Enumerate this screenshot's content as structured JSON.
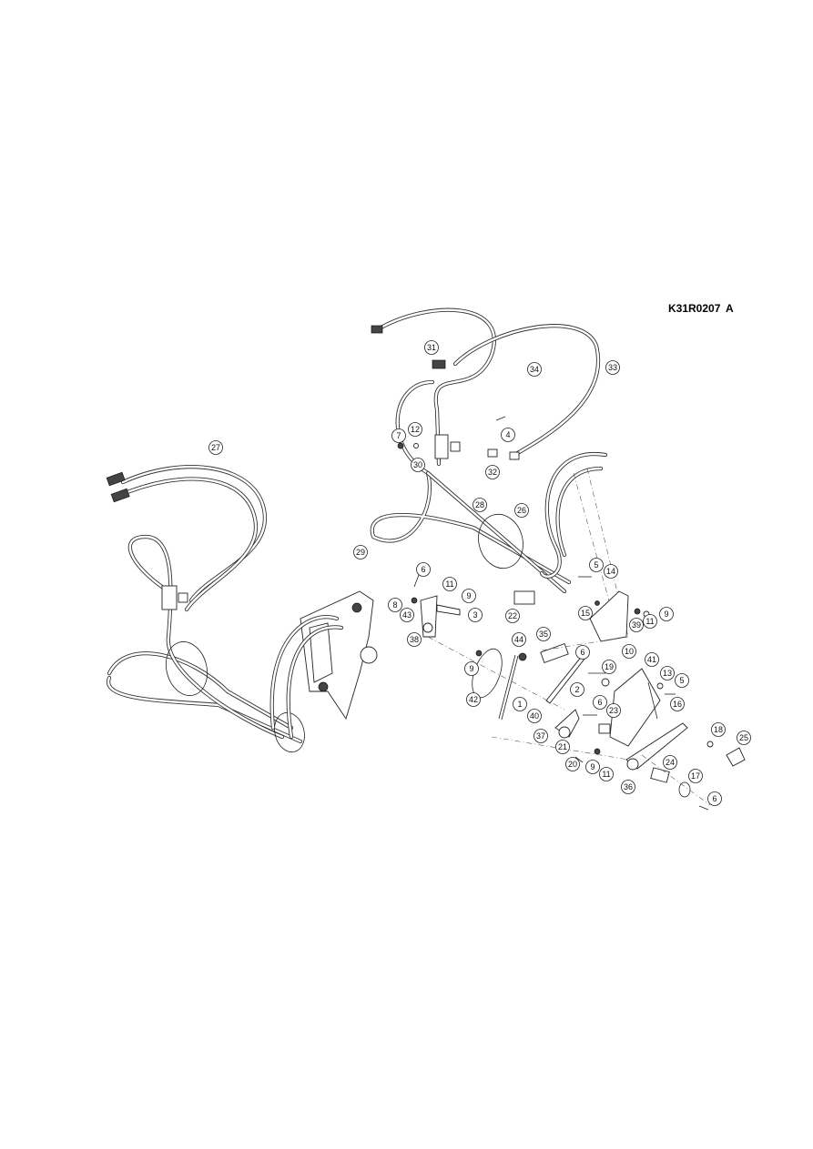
{
  "drawing": {
    "id": "K31R0207",
    "revision": "A"
  },
  "callouts": [
    {
      "label": "27"
    },
    {
      "label": "31"
    },
    {
      "label": "34"
    },
    {
      "label": "33"
    },
    {
      "label": "7"
    },
    {
      "label": "12"
    },
    {
      "label": "4"
    },
    {
      "label": "30"
    },
    {
      "label": "32"
    },
    {
      "label": "28"
    },
    {
      "label": "26"
    },
    {
      "label": "29"
    },
    {
      "label": "5"
    },
    {
      "label": "14"
    },
    {
      "label": "6"
    },
    {
      "label": "11"
    },
    {
      "label": "9"
    },
    {
      "label": "8"
    },
    {
      "label": "43"
    },
    {
      "label": "3"
    },
    {
      "label": "22"
    },
    {
      "label": "15"
    },
    {
      "label": "39"
    },
    {
      "label": "11"
    },
    {
      "label": "9"
    },
    {
      "label": "38"
    },
    {
      "label": "44"
    },
    {
      "label": "35"
    },
    {
      "label": "6"
    },
    {
      "label": "10"
    },
    {
      "label": "41"
    },
    {
      "label": "9"
    },
    {
      "label": "19"
    },
    {
      "label": "13"
    },
    {
      "label": "5"
    },
    {
      "label": "2"
    },
    {
      "label": "42"
    },
    {
      "label": "1"
    },
    {
      "label": "6"
    },
    {
      "label": "16"
    },
    {
      "label": "40"
    },
    {
      "label": "23"
    },
    {
      "label": "18"
    },
    {
      "label": "25"
    },
    {
      "label": "37"
    },
    {
      "label": "21"
    },
    {
      "label": "20"
    },
    {
      "label": "9"
    },
    {
      "label": "11"
    },
    {
      "label": "24"
    },
    {
      "label": "36"
    },
    {
      "label": "17"
    },
    {
      "label": "6"
    }
  ]
}
